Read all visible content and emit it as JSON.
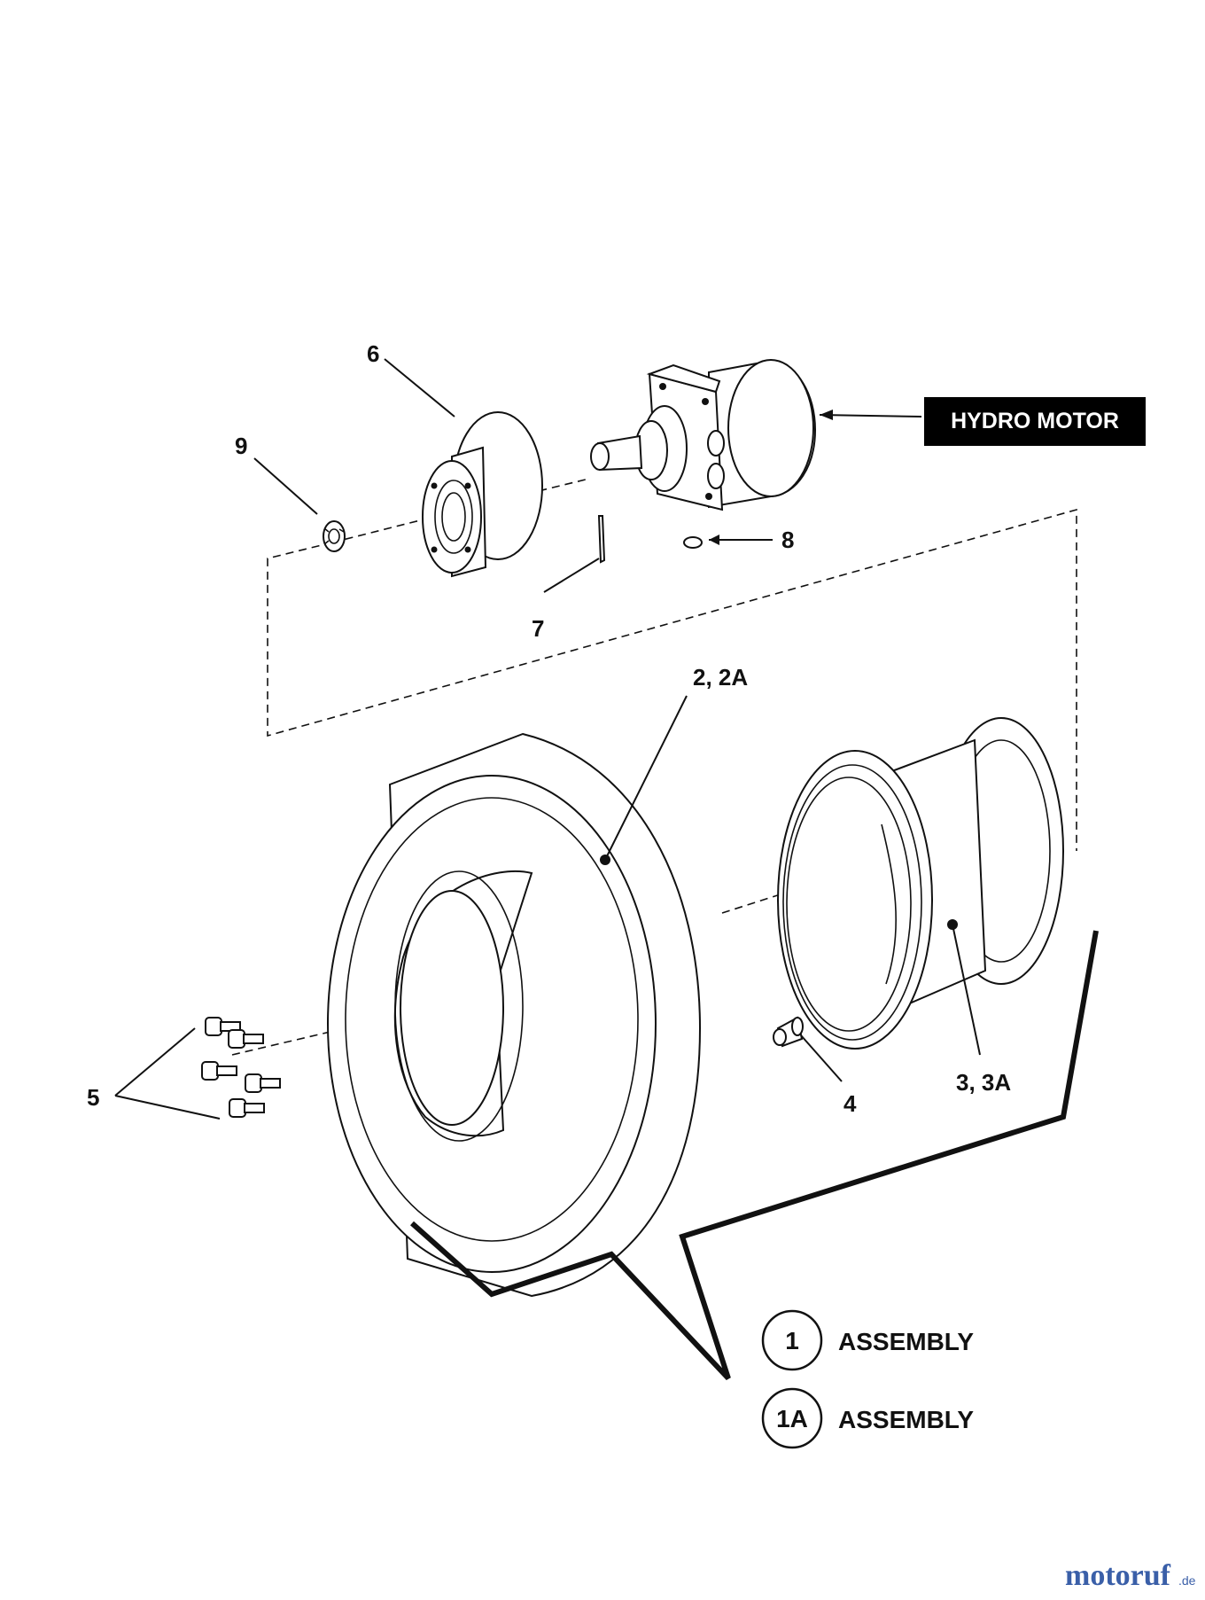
{
  "callouts": {
    "c6": "6",
    "c9": "9",
    "c8": "8",
    "c7": "7",
    "c2": "2, 2A",
    "c5": "5",
    "c4": "4",
    "c3": "3, 3A"
  },
  "hydro_motor_label": "HYDRO MOTOR",
  "assemblies": [
    {
      "number": "1",
      "label": "ASSEMBLY"
    },
    {
      "number": "1A",
      "label": "ASSEMBLY"
    }
  ],
  "watermark": {
    "text": "motoruf",
    "suffix": ".de"
  },
  "colors": {
    "line": "#111111",
    "label_box": "#000000",
    "background": "#ffffff",
    "watermark_blue": "#3a5fa8",
    "watermark_orange": "#e07a1a"
  }
}
